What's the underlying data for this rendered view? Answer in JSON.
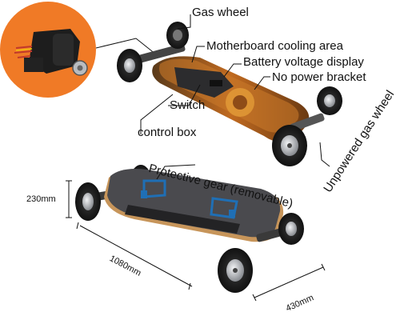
{
  "labels": {
    "gas_wheel": "Gas wheel",
    "motherboard_cooling": "Motherboard cooling area",
    "battery_voltage": "Battery voltage display",
    "no_power_bracket": "No power bracket",
    "switch": "Switch",
    "control_box": "control box",
    "unpowered_gas_wheel": "Unpowered gas wheel",
    "protective_gear": "Protective gear (removable)"
  },
  "dimensions": {
    "height": "230mm",
    "length": "1080mm",
    "width": "430mm"
  },
  "colors": {
    "accent_orange": "#f07a26",
    "deck_grey": "#4a4a4e",
    "tire_black": "#1c1c1c",
    "hub_silver": "#c9ccd0",
    "binding_blue": "#1f6fb5"
  }
}
